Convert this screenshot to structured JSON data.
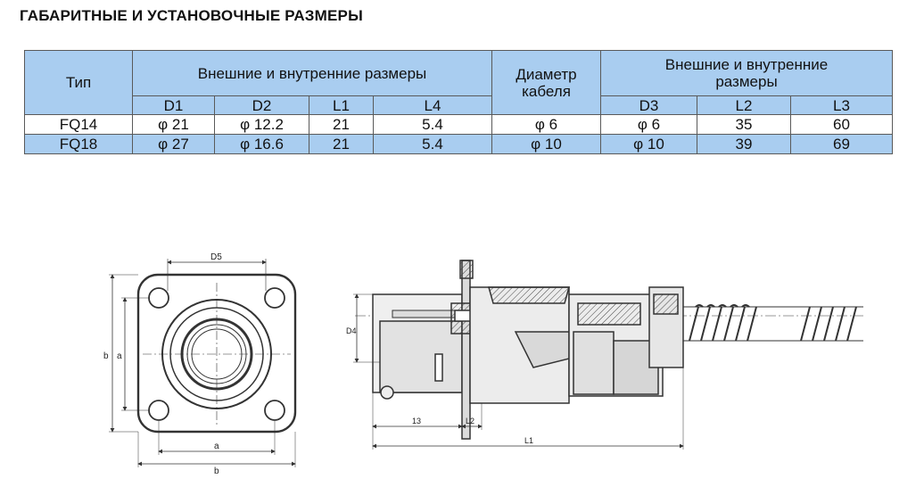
{
  "title": "ГАБАРИТНЫЕ И УСТАНОВОЧНЫЕ РАЗМЕРЫ",
  "table": {
    "col_type": "Тип",
    "group1": "Внешние и внутренние размеры",
    "cable": "Диаметр кабеля",
    "group2": "Внешние и внутренние размеры",
    "sub": [
      "D1",
      "D2",
      "L1",
      "L4",
      "D3",
      "L2",
      "L3"
    ],
    "rows": [
      [
        "FQ14",
        "φ 21",
        "φ 12.2",
        "21",
        "5.4",
        "φ 6",
        "φ 6",
        "35",
        "60"
      ],
      [
        "FQ18",
        "φ 27",
        "φ 16.6",
        "21",
        "5.4",
        "φ 10",
        "φ 10",
        "39",
        "69"
      ]
    ]
  },
  "drawing": {
    "labels": {
      "d5": "D5",
      "b_side": "b",
      "a_side": "a",
      "a_bottom": "a",
      "b_bottom": "b",
      "d4": "D4",
      "l3": "13",
      "l2": "L2",
      "l1": "L1"
    }
  }
}
